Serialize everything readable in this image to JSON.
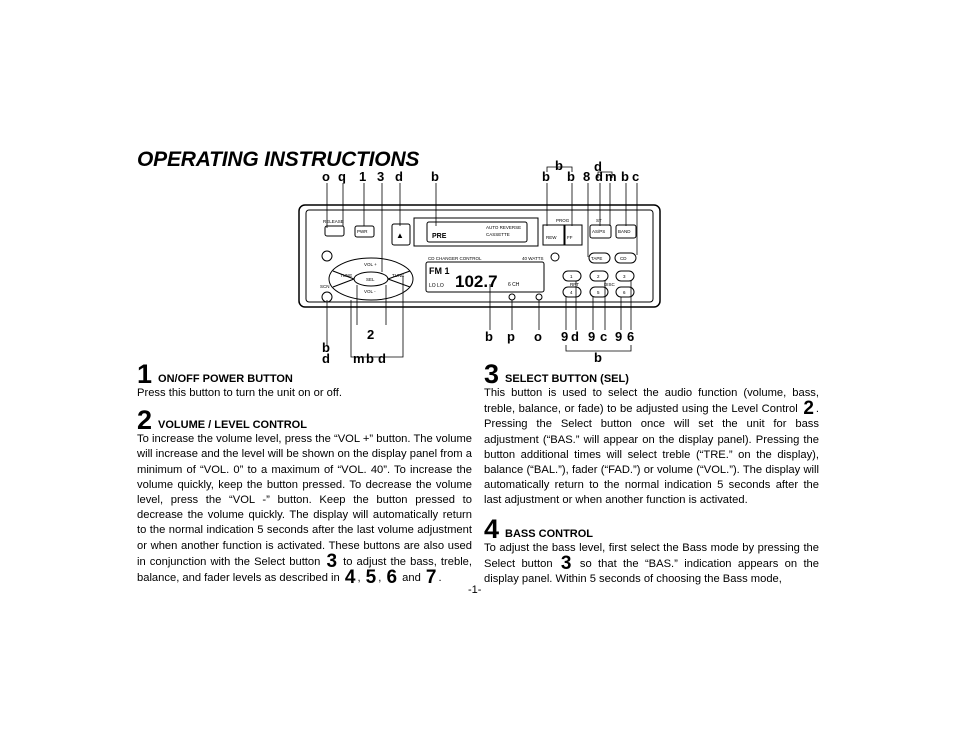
{
  "title": "OPERATING INSTRUCTIONS",
  "page_number": "-1-",
  "callouts": {
    "top": [
      "o",
      "q",
      "1",
      "3",
      "d",
      "b",
      "b",
      "b",
      "8",
      "d",
      "m",
      "b",
      "c",
      "b",
      "d"
    ],
    "top_group": [
      "b",
      "d"
    ],
    "bottom": [
      "b",
      "p",
      "o",
      "9",
      "d",
      "9",
      "c",
      "9",
      "6"
    ],
    "bottom_group": "b",
    "left": [
      "2",
      "b",
      "d",
      "m",
      "b",
      "d"
    ]
  },
  "device": {
    "release": "RELEASE",
    "pwr": "PWR",
    "eject": "▲",
    "brand": "PRE",
    "cassette_line1": "AUTO REVERSE",
    "cassette_line2": "CASSETTE",
    "prog": "PROG",
    "rew": "REW",
    "ff": "FF",
    "st": "ST",
    "as_ps": "AS/PS",
    "band": "BAND",
    "tape": "TAPE",
    "cd": "CD",
    "cd_changer": "CD CHANGER CONTROL",
    "watts": "40 WATTS",
    "vol_up": "VOL +",
    "vol_down": "VOL -",
    "sel": "SEL",
    "tune_up": "TUNE",
    "tune_down": "TUNE",
    "scn": "SCN",
    "display_band": "FM 1",
    "display_freq": "102.7",
    "display_ch": "6 CH",
    "display_loc": "LO LO",
    "presets": [
      "1",
      "2",
      "3",
      "4",
      "5",
      "6"
    ],
    "rpt": "RPT",
    "disc": "DISC"
  },
  "left_column": {
    "s1_num": "1",
    "s1_head": "ON/OFF POWER BUTTON",
    "s1_text": "Press this button to turn the unit on or off.",
    "s2_num": "2",
    "s2_head": "VOLUME / LEVEL CONTROL",
    "s2_text": "To increase the volume level, press the “VOL +” button. The volume will increase and the level will be shown on the display panel from a minimum of “VOL. 0” to a maximum of “VOL. 40”. To increase the volume quickly, keep the button pressed. To decrease the volume level, press the “VOL -” button. Keep the button pressed to decrease the volume quickly. The display will automatically return to the normal indication 5 seconds after the last volume adjustment or when another function is activated. These buttons are also used in conjunction with the Select button",
    "s2_ref1": "3",
    "s2_text2": "to adjust the bass, treble, balance, and fader levels as described in",
    "s2_ref2": "4",
    "s2_ref3": "5",
    "s2_ref4": "6",
    "s2_and": "and",
    "s2_ref5": "7"
  },
  "right_column": {
    "s3_num": "3",
    "s3_head": "SELECT BUTTON (SEL)",
    "s3_text": "This button is used to select the audio function (volume, bass, treble, balance, or fade) to be adjusted using the Level Control",
    "s3_ref": "2",
    "s3_text2": ". Pressing the Select button once will set the unit for bass adjustment (“BAS.” will appear on the display panel). Pressing the button additional times will select treble (“TRE.” on the display), balance (“BAL.”), fader (“FAD.”) or volume (“VOL.”). The display will automatically return to the normal indication 5 seconds after the last adjustment or when another function is activated.",
    "s4_num": "4",
    "s4_head": "BASS CONTROL",
    "s4_text": "To adjust the bass level, first select the Bass mode by pressing the Select button",
    "s4_ref": "3",
    "s4_text2": "so that the “BAS.” indication appears on the display panel. Within 5 seconds of choosing the Bass mode,"
  }
}
